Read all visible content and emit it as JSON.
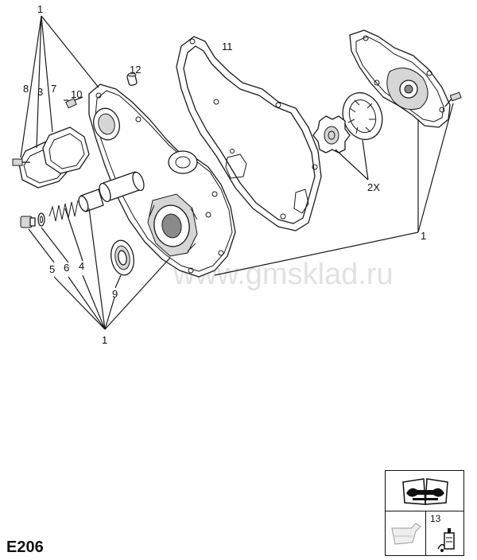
{
  "page_code": "E206",
  "watermark": "www.gmsklad.ru",
  "callouts": {
    "c1_top": "1",
    "c8": "8",
    "c3": "3",
    "c7": "7",
    "c10": "10",
    "c12": "12",
    "c11": "11",
    "c2x": "2X",
    "c1_right": "1",
    "c5": "5",
    "c6": "6",
    "c4": "4",
    "c9": "9",
    "c1_bottom": "1"
  },
  "legend": {
    "sealant_item": "13",
    "icons": [
      "manual-wrench-icon",
      "oil-pan-icon",
      "sealant-tube-icon"
    ]
  }
}
